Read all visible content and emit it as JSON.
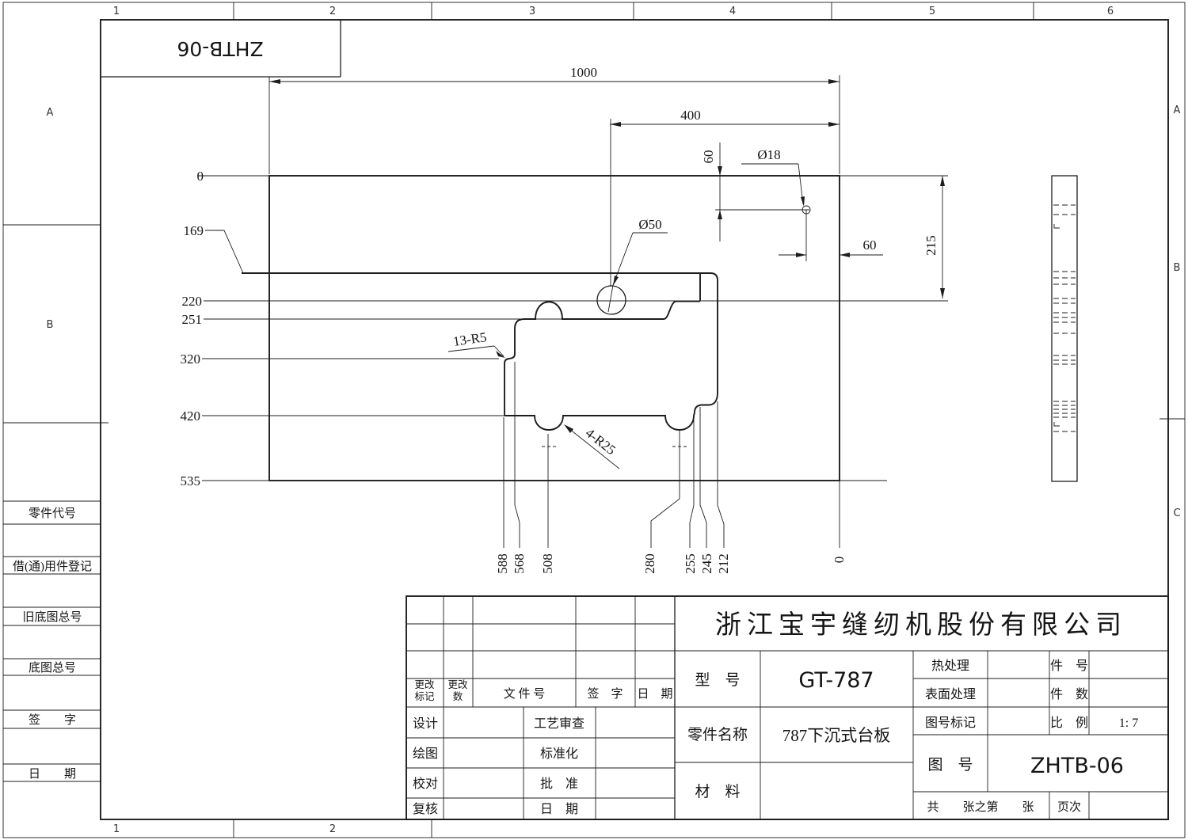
{
  "sheet": {
    "zones_top": [
      "1",
      "2",
      "3",
      "4",
      "5",
      "6"
    ],
    "zones_bottom": [
      "1",
      "2"
    ],
    "zones_left": [
      "A",
      "B"
    ],
    "zones_right": [
      "A",
      "B",
      "C"
    ],
    "stamp": "ZHTB-06"
  },
  "left_column": {
    "labels": [
      "零件代号",
      "借(通)用件登记",
      "旧底图总号",
      "底图总号",
      "签　　字",
      "日　　期"
    ]
  },
  "drawing": {
    "datums_left": [
      "0",
      "169",
      "220",
      "251",
      "320",
      "420",
      "535"
    ],
    "datums_bottom": [
      "588",
      "568",
      "508",
      "280",
      "255",
      "245",
      "212",
      "0"
    ],
    "dims": {
      "w1000": "1000",
      "w400": "400",
      "v60": "60",
      "h60": "60",
      "h215": "215",
      "d18": "Ø18",
      "d50": "Ø50",
      "r5": "13-R5",
      "r25": "4-R25"
    }
  },
  "title_block": {
    "company": "浙江宝宇缝纫机股份有限公司",
    "rev_header_1a": "更改",
    "rev_header_1b": "标记",
    "rev_header_2a": "更改",
    "rev_header_2b": "数",
    "rev_header_3": "文 件 号",
    "rev_header_4": "签　字",
    "rev_header_5": "日　期",
    "sign_left": [
      "设计",
      "绘图",
      "校对",
      "复核"
    ],
    "sign_mid": [
      "工艺审查",
      "标准化",
      "批　准",
      "日　期"
    ],
    "model_label": "型　号",
    "model": "GT-787",
    "part_label": "零件名称",
    "part": "787下沉式台板",
    "material_label": "材　料",
    "heat_label": "热处理",
    "surface_label": "表面处理",
    "mark_label": "图号标记",
    "piece_no_label": "件　号",
    "piece_count_label": "件　数",
    "scale_label": "比　例",
    "scale": "1: 7",
    "drawno_label": "图　号",
    "drawno": "ZHTB-06",
    "sheets_label": "共　　张之第　　张",
    "page_label": "页次"
  }
}
